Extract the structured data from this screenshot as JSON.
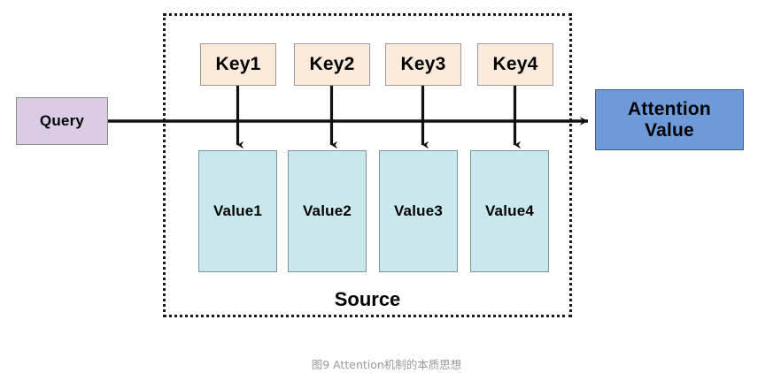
{
  "figure": {
    "caption": "图9 Attention机制的本质思想",
    "source_label": "Source"
  },
  "query": {
    "label": "Query",
    "fill": "#d9cce4",
    "stroke": "#8b8b8b"
  },
  "attention": {
    "label_line1": "Attention",
    "label_line2": "Value",
    "fill": "#6e9ad9",
    "stroke": "#3e5d8a"
  },
  "keys": [
    {
      "label": "Key1"
    },
    {
      "label": "Key2"
    },
    {
      "label": "Key3"
    },
    {
      "label": "Key4"
    }
  ],
  "values": [
    {
      "label": "Value1"
    },
    {
      "label": "Value2"
    },
    {
      "label": "Value3"
    },
    {
      "label": "Value4"
    }
  ],
  "colors": {
    "key_fill": "#fceadb",
    "key_stroke": "#9a9a9a",
    "value_fill": "#c9e7ec",
    "value_stroke": "#7b9498",
    "wire": "#111111",
    "dotted_border": "#1a1a1a",
    "caption_text": "#9a9a9a",
    "background": "#ffffff"
  }
}
